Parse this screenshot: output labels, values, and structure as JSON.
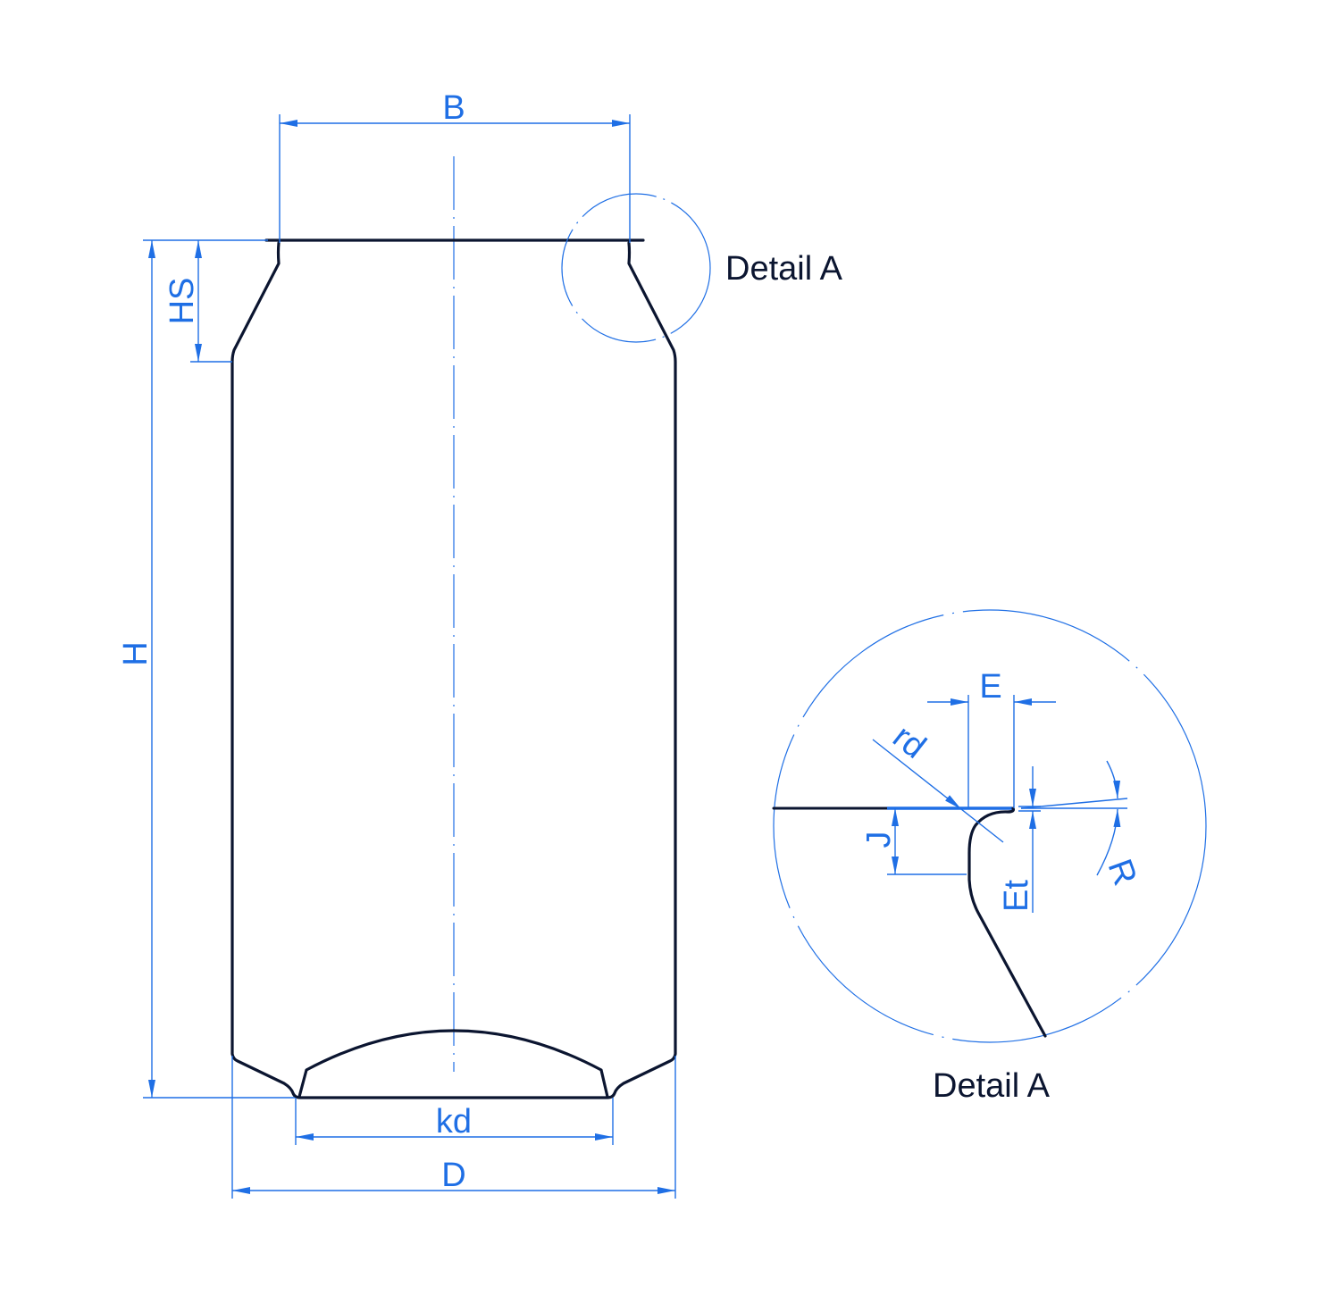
{
  "colors": {
    "dimension": "#1f6fe5",
    "outline": "#0b1530"
  },
  "labels": {
    "B": "B",
    "HS": "HS",
    "H": "H",
    "kd": "kd",
    "D": "D",
    "E": "E",
    "rd": "rd",
    "J": "J",
    "Et": "Et",
    "R": "R"
  },
  "detail_callout": "Detail A",
  "detail_title": "Detail A"
}
